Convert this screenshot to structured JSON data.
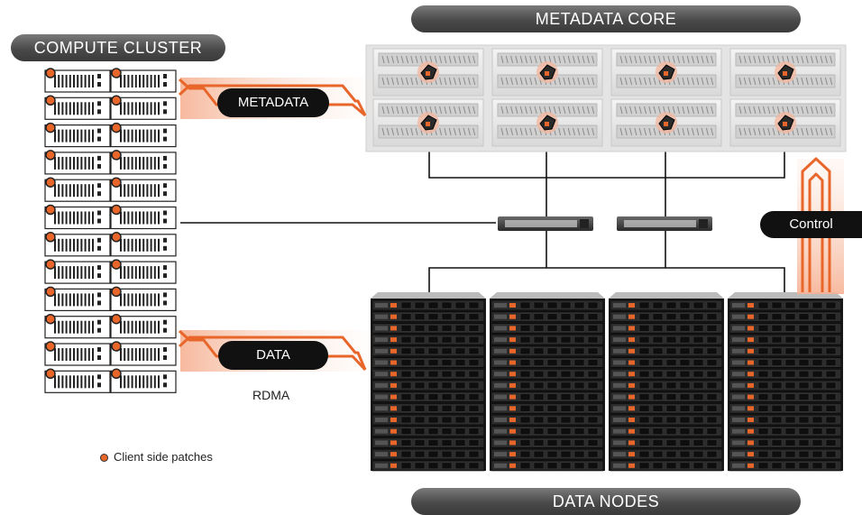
{
  "headers": {
    "compute_cluster": "COMPUTE CLUSTER",
    "metadata_core": "METADATA CORE",
    "data_nodes": "DATA NODES"
  },
  "flows": {
    "metadata": "METADATA",
    "data": "DATA",
    "control": "Control",
    "rdma": "RDMA"
  },
  "legend": {
    "label": "Client side patches",
    "icon": "orange-dot-icon"
  },
  "colors": {
    "accent": "#e8662a",
    "pill_gray": "#555555",
    "pill_dark": "#111111",
    "line": "#111111"
  }
}
